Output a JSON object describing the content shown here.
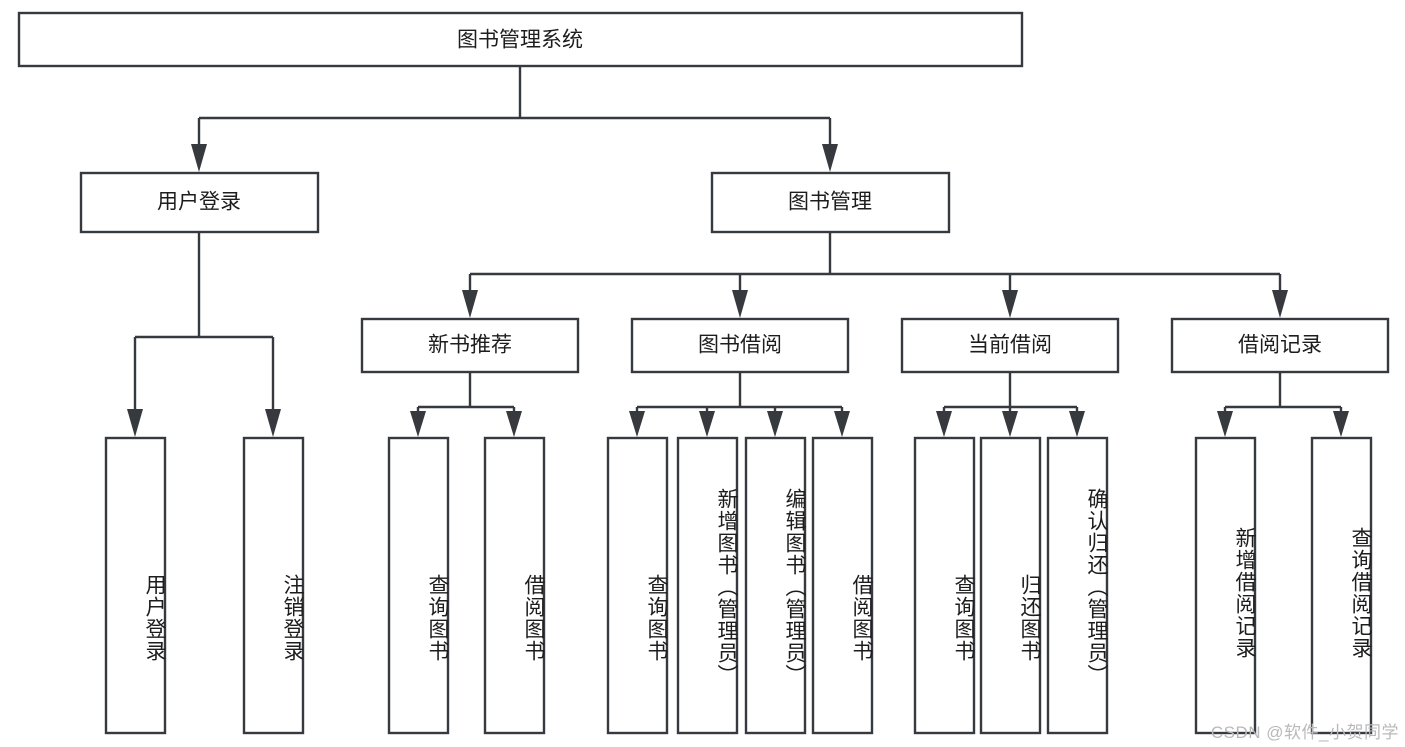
{
  "diagram": {
    "type": "tree-hierarchy-chart",
    "title": "图书管理系统",
    "orientation": "top-down",
    "colors": {
      "box_fill": "#ffffff",
      "box_stroke": "#36393d",
      "text": "#1d1d1d",
      "background": "#ffffff",
      "watermark": "#b9b9b9"
    },
    "levels": {
      "root": {
        "label": "图书管理系统"
      },
      "level2": [
        {
          "label": "用户登录"
        },
        {
          "label": "图书管理"
        }
      ],
      "level3": [
        {
          "label": "新书推荐"
        },
        {
          "label": "图书借阅"
        },
        {
          "label": "当前借阅"
        },
        {
          "label": "借阅记录"
        }
      ],
      "leaves": [
        {
          "label": "用户登录",
          "parent": "用户登录"
        },
        {
          "label": "注销登录",
          "parent": "用户登录"
        },
        {
          "label": "查询图书",
          "parent": "新书推荐"
        },
        {
          "label": "借阅图书",
          "parent": "新书推荐"
        },
        {
          "label": "查询图书",
          "parent": "图书借阅"
        },
        {
          "label": "新增图书（管理员）",
          "parent": "图书借阅"
        },
        {
          "label": "编辑图书（管理员）",
          "parent": "图书借阅"
        },
        {
          "label": "借阅图书",
          "parent": "图书借阅"
        },
        {
          "label": "查询图书",
          "parent": "当前借阅"
        },
        {
          "label": "归还图书",
          "parent": "当前借阅"
        },
        {
          "label": "确认归还（管理员）",
          "parent": "当前借阅"
        },
        {
          "label": "新增借阅记录",
          "parent": "借阅记录"
        },
        {
          "label": "查询借阅记录",
          "parent": "借阅记录"
        }
      ]
    },
    "watermark": "CSDN @软件_小贺同学"
  }
}
